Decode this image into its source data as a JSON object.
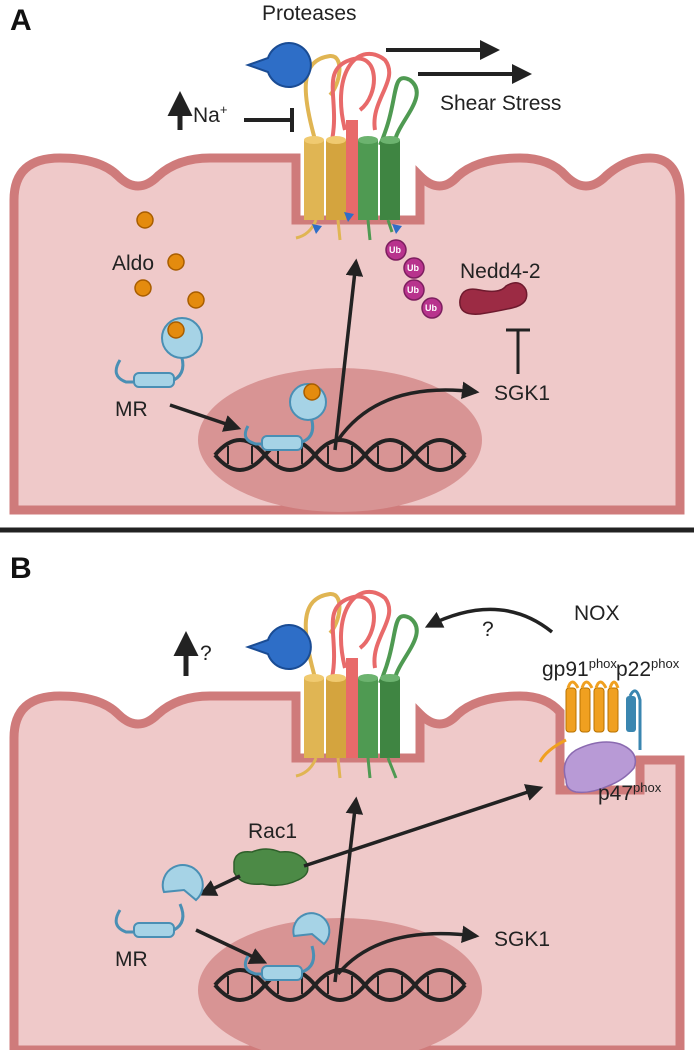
{
  "panels": {
    "a": {
      "letter": "A",
      "labels": {
        "proteases": "Proteases",
        "na": "Na",
        "na_sup": "+",
        "shear_stress": "Shear Stress",
        "aldo": "Aldo",
        "mr": "MR",
        "nedd": "Nedd4-2",
        "sgk1": "SGK1",
        "ub": "Ub"
      }
    },
    "b": {
      "letter": "B",
      "labels": {
        "question": "?",
        "nox": "NOX",
        "gp91": "gp91",
        "p22": "p22",
        "p47": "p47",
        "phox": "phox",
        "rac1": "Rac1",
        "mr": "MR",
        "sgk1": "SGK1"
      }
    }
  },
  "colors": {
    "cell_fill": "#efc9c9",
    "cell_border": "#cf7b7b",
    "nucleus": "#d89494",
    "channel_yellow": "#e0b553",
    "channel_red": "#e86a6a",
    "channel_green": "#4f9a52",
    "protease_blue": "#2e6ec7",
    "mr_blue": "#a6d3e6",
    "aldo_orange": "#e48b0e",
    "ub_magenta": "#b8338d",
    "nedd_red": "#9c2b44",
    "rac1_green": "#4c8a46",
    "gp91_orange": "#f0a020",
    "p47_purple": "#b89ad6"
  }
}
